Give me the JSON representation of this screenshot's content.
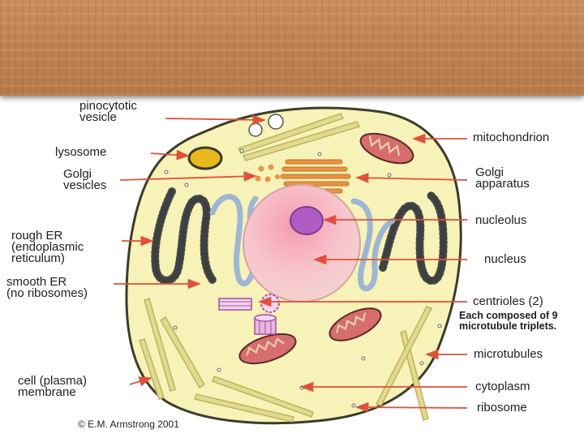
{
  "labels": {
    "pinocytotic_vesicle": "pinocytotic\nvesicle",
    "lysosome": "lysosome",
    "golgi_vesicles": "Golgi\nvesicles",
    "rough_er": "rough ER\n(endoplasmic\nreticulum)",
    "smooth_er": "smooth ER\n(no ribosomes)",
    "cell_membrane": "cell (plasma)\nmembrane",
    "mitochondrion": "mitochondrion",
    "golgi_apparatus": "Golgi\napparatus",
    "nucleolus": "nucleolus",
    "nucleus": "nucleus",
    "centrioles": "centrioles (2)",
    "centriole_note": "Each composed of 9\nmicrotubule triplets.",
    "microtubules": "microtubules",
    "cytoplasm": "cytoplasm",
    "ribosome": "ribosome"
  },
  "credit": "© E.M. Armstrong 2001",
  "colors": {
    "banner_wood": "#c08252",
    "cytoplasm": "#f6f2b8",
    "membrane": "#3c3c2a",
    "nucleus": "#f7c2c8",
    "nucleolus": "#b15bc4",
    "arrow": "#e0503a",
    "lysosome": "#e8b81c",
    "mitochondrion": "#d86d6d",
    "er": "#9db7d2",
    "golgi": "#e89444",
    "microtubule": "#d8d080"
  }
}
